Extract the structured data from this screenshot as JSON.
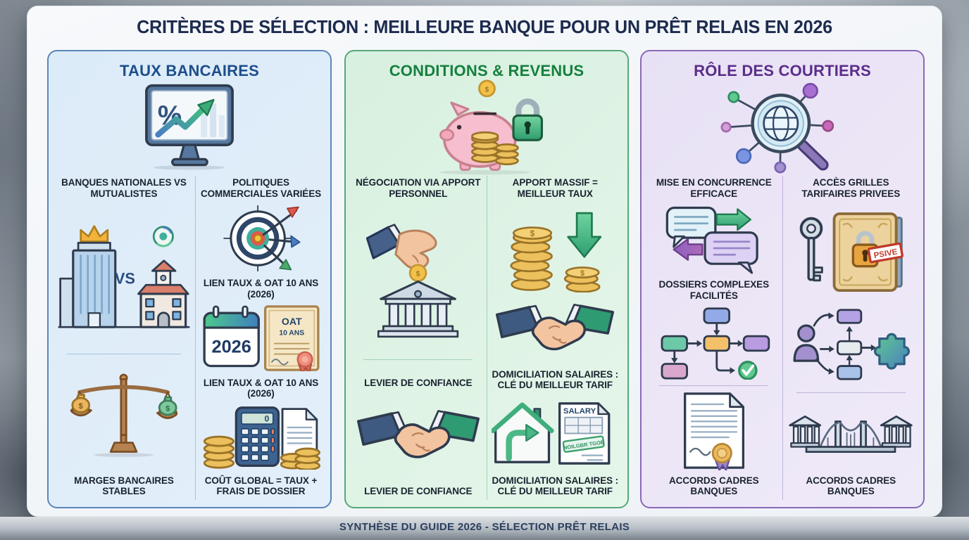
{
  "title": "CRITÈRES DE SÉLECTION : MEILLEURE BANQUE POUR UN PRÊT RELAIS EN 2026",
  "footer": "SYNTHÈSE DU GUIDE 2026 - SÉLECTION PRÊT RELAIS",
  "glyphs": {
    "percent": "%",
    "dollar": "$",
    "vs": "VS",
    "calc_zero": "0"
  },
  "colors": {
    "panel1_accent": "#1d4e8c",
    "panel2_accent": "#15803d",
    "panel3_accent": "#5b2d8a",
    "title_color": "#1c2b4e"
  },
  "panels": [
    {
      "title": "TAUX BANCAIRES",
      "hero_icon": "monitor-percent-chart-icon",
      "left": {
        "top_label": "BANQUES NATIONALES VS MUTUALISTES",
        "bottom_label": "MARGES BANCAIRES STABLES"
      },
      "right": {
        "top_label": "POLITIQUES COMMERCIALES VARIÉES",
        "link_label_1": "LIEN TAUX & OAT 10 ANS (2026)",
        "calendar_year": "2026",
        "certificate_line1": "OAT",
        "certificate_line2": "10 ANS",
        "link_label_2": "LIEN TAUX & OAT 10 ANS (2026)",
        "bottom_label": "COÛT GLOBAL = TAUX + FRAIS DE DOSSIER"
      }
    },
    {
      "title": "CONDITIONS & REVENUS",
      "hero_icon": "piggy-bank-lock-icon",
      "left": {
        "top_label": "NÉGOCIATION VIA APPORT PERSONNEL",
        "mid_label": "LEVIER DE CONFIANCE",
        "bottom_label": "LEVIER DE CONFIANCE"
      },
      "right": {
        "top_label": "APPORT MASSIF = MEILLEUR TAUX",
        "mid_label": "DOMICILIATION SALAIRES : CLÉ DU MEILLEUR TARIF",
        "salary_doc_title": "SALARY",
        "salary_stamp_text": "NOILGBR TGOE",
        "bottom_label": "DOMICILIATION SALAIRES : CLÉ DU MEILLEUR TARIF"
      }
    },
    {
      "title": "RÔLE DES COURTIERS",
      "hero_icon": "magnifier-network-icon",
      "left": {
        "top_label": "MISE EN CONCURRENCE EFFICACE",
        "mid_label": "DOSSIERS COMPLEXES FACILITÉS",
        "bottom_label": "ACCORDS CADRES BANQUES"
      },
      "right": {
        "top_label": "ACCÈS GRILLES TARIFAIRES PRIVEES",
        "book_stamp_text": "PSIVE",
        "bottom_label": "ACCORDS CADRES BANQUES"
      }
    }
  ]
}
